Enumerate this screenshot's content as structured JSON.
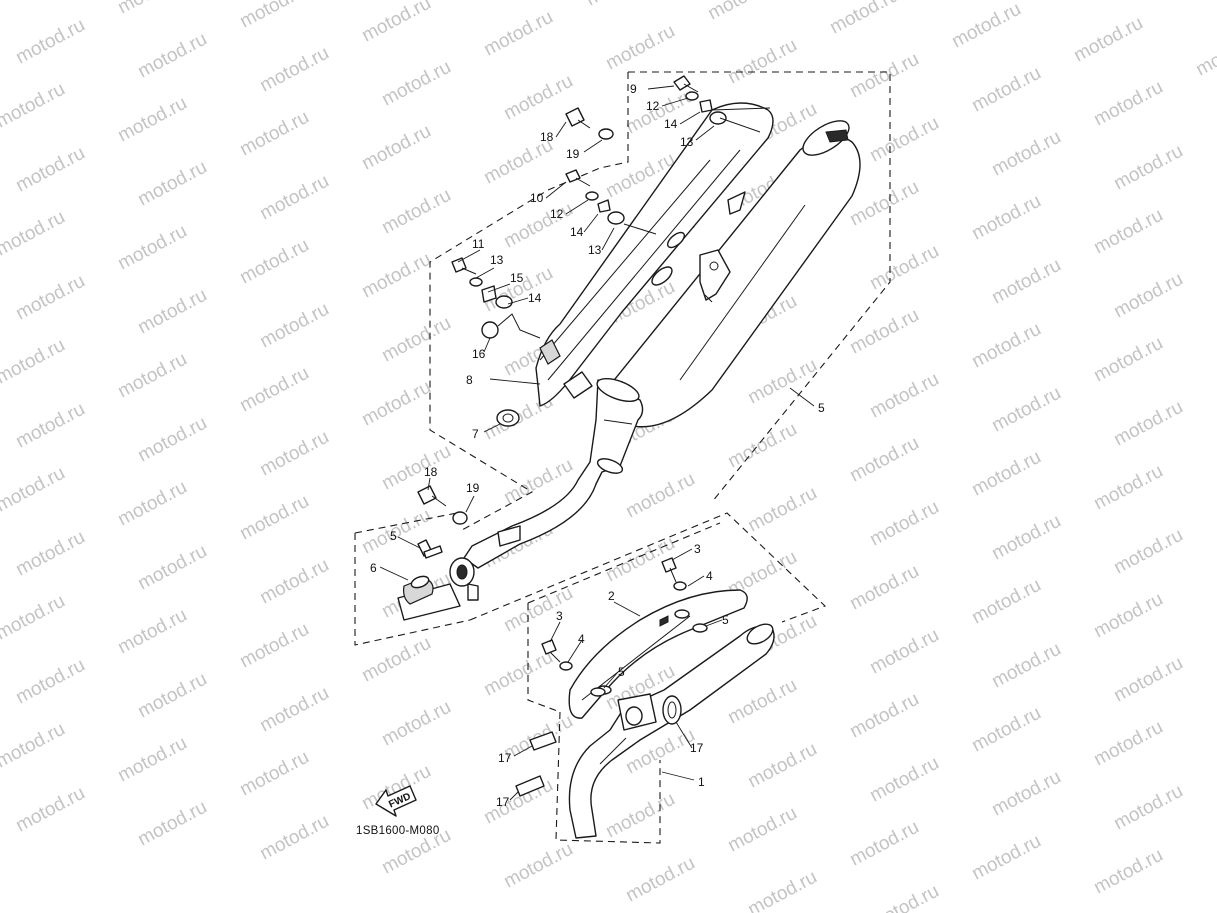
{
  "watermark": {
    "text": "motod.ru"
  },
  "fwd": {
    "label": "FWD"
  },
  "diagram_code": "1SB1600-M080",
  "callouts": [
    {
      "id": "c1",
      "text": "1"
    },
    {
      "id": "c2",
      "text": "2"
    },
    {
      "id": "c3a",
      "text": "3"
    },
    {
      "id": "c3b",
      "text": "3"
    },
    {
      "id": "c4a",
      "text": "4"
    },
    {
      "id": "c4b",
      "text": "4"
    },
    {
      "id": "c5a",
      "text": "5"
    },
    {
      "id": "c5b",
      "text": "5"
    },
    {
      "id": "c6",
      "text": "6"
    },
    {
      "id": "c7",
      "text": "7"
    },
    {
      "id": "c8",
      "text": "8"
    },
    {
      "id": "c9",
      "text": "9"
    },
    {
      "id": "c10",
      "text": "10"
    },
    {
      "id": "c11a",
      "text": "11"
    },
    {
      "id": "c11b",
      "text": "11"
    },
    {
      "id": "c11c",
      "text": "11"
    },
    {
      "id": "c12a",
      "text": "12"
    },
    {
      "id": "c12b",
      "text": "12"
    },
    {
      "id": "c12c",
      "text": "12"
    },
    {
      "id": "c13a",
      "text": "13"
    },
    {
      "id": "c13b",
      "text": "13"
    },
    {
      "id": "c13c",
      "text": "13"
    },
    {
      "id": "c14a",
      "text": "14"
    },
    {
      "id": "c14b",
      "text": "14"
    },
    {
      "id": "c14c",
      "text": "14"
    },
    {
      "id": "c15",
      "text": "15"
    },
    {
      "id": "c16",
      "text": "16"
    },
    {
      "id": "c17a",
      "text": "17"
    },
    {
      "id": "c17b",
      "text": "17"
    },
    {
      "id": "c18a",
      "text": "18"
    },
    {
      "id": "c18b",
      "text": "18"
    },
    {
      "id": "c19a",
      "text": "19"
    },
    {
      "id": "c19b",
      "text": "19"
    }
  ]
}
